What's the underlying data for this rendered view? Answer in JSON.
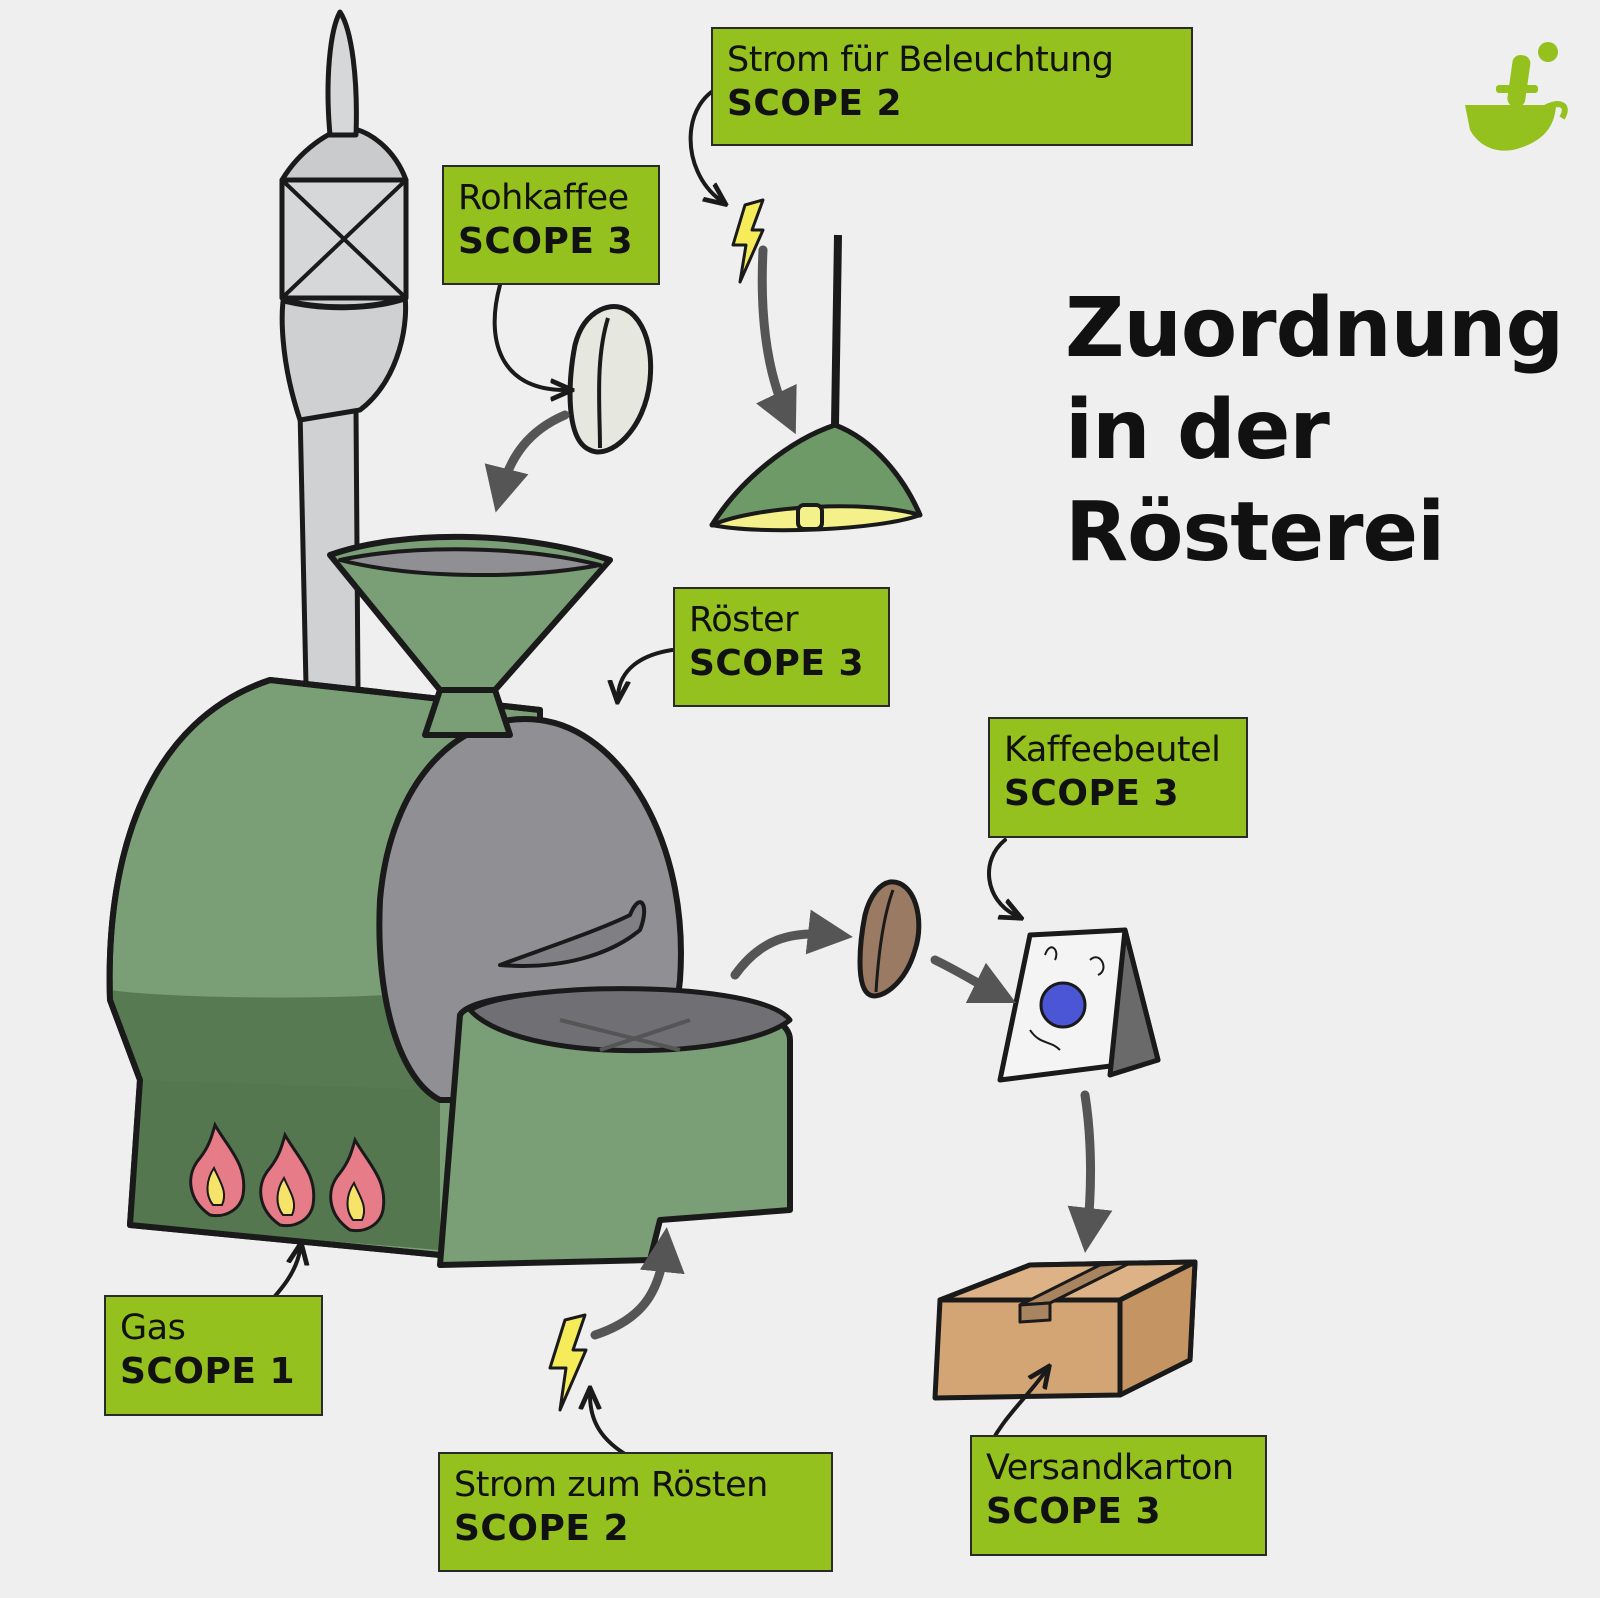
{
  "title": {
    "line1": "Zuordnung",
    "line2": "in der",
    "line3": "Rösterei"
  },
  "labels": {
    "strom_beleuchtung": {
      "name": "Strom für Beleuchtung",
      "scope": "SCOPE 2"
    },
    "rohkaffee": {
      "name": "Rohkaffee",
      "scope": "SCOPE 3"
    },
    "roester": {
      "name": "Röster",
      "scope": "SCOPE 3"
    },
    "kaffeebeutel": {
      "name": "Kaffeebeutel",
      "scope": "SCOPE 3"
    },
    "gas": {
      "name": "Gas",
      "scope": "SCOPE 1"
    },
    "strom_roesten": {
      "name": "Strom zum Rösten",
      "scope": "SCOPE 2"
    },
    "versandkarton": {
      "name": "Versandkarton",
      "scope": "SCOPE 3"
    }
  },
  "colors": {
    "background": "#efefef",
    "label_green": "#95c11f",
    "machine_green": "#7a9e76",
    "machine_green_dark": "#55774f",
    "drum_grey": "#8f8f94",
    "chimney_grey": "#cfd0d2",
    "lamp_yellow": "#f4f08a",
    "flame_pink": "#e77c89",
    "flame_yellow": "#f6e36a",
    "box_brown": "#d4a574",
    "arrow_grey": "#555555"
  },
  "icons": {
    "logo": "mortar-bowl-icon",
    "electricity": "lightning-bolt-icon"
  }
}
